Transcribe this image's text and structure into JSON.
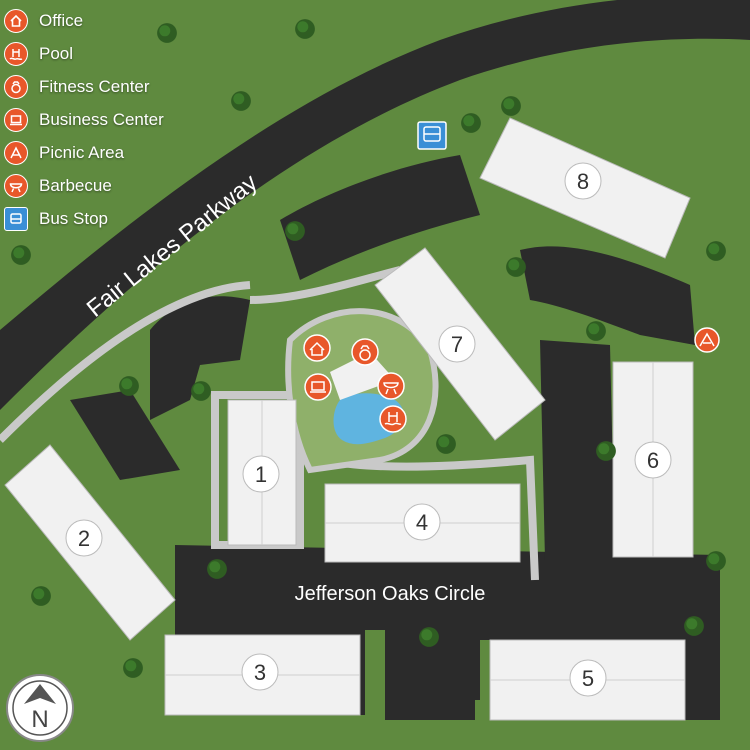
{
  "legend": {
    "items": [
      {
        "icon": "office-icon",
        "label": "Office"
      },
      {
        "icon": "pool-icon",
        "label": "Pool"
      },
      {
        "icon": "fitness-icon",
        "label": "Fitness Center"
      },
      {
        "icon": "business-center-icon",
        "label": "Business Center"
      },
      {
        "icon": "picnic-icon",
        "label": "Picnic Area"
      },
      {
        "icon": "barbecue-icon",
        "label": "Barbecue"
      },
      {
        "icon": "bus-stop-icon",
        "label": "Bus Stop"
      }
    ]
  },
  "roads": {
    "parkway": "Fair Lakes Parkway",
    "circle": "Jefferson Oaks Circle"
  },
  "buildings": [
    "1",
    "2",
    "3",
    "4",
    "5",
    "6",
    "7",
    "8"
  ],
  "compass": {
    "label": "N"
  },
  "colors": {
    "grass": "#5f8a3f",
    "asphalt": "#2b2b2b",
    "amenity": "#e8572a",
    "bus": "#3a8fd6",
    "roof": "#f1f1f1",
    "sidewalk": "#c9c9c9",
    "pool": "#5fb4e0"
  }
}
